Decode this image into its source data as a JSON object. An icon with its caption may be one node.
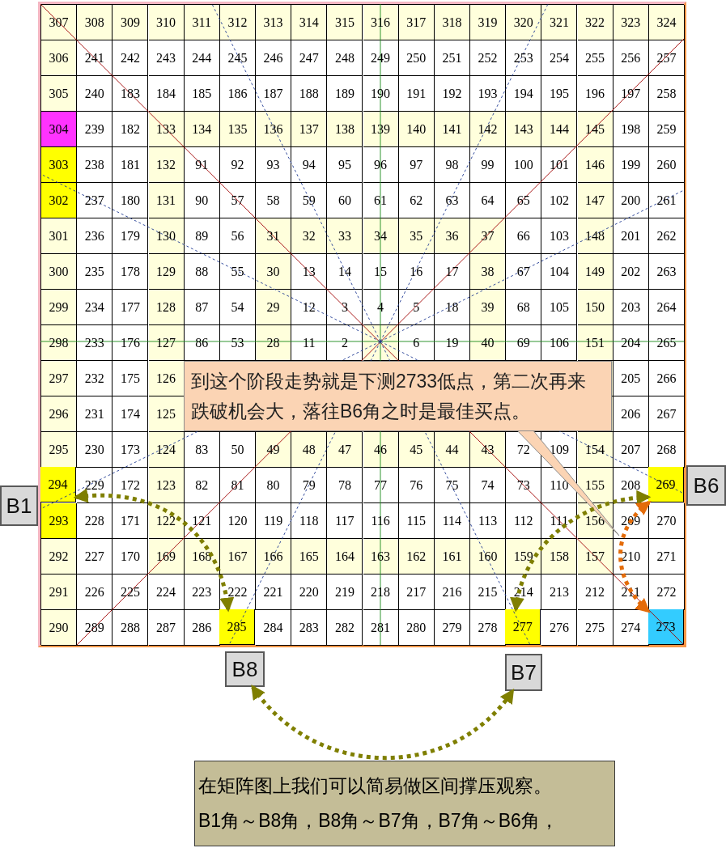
{
  "diagram": {
    "nodes": [
      {
        "text": [
          "B1"
        ]
      },
      {
        "text": [
          "B6"
        ]
      },
      {
        "text": [
          "B8"
        ]
      },
      {
        "text": [
          "B7"
        ]
      },
      {
        "text": [
          "到这个阶段走势就是下测2733低点，第二次再来跌破机会大，落往B6角之时是最佳买点。"
        ]
      },
      {
        "text": [
          "在矩阵图上我们可以简易做区间撑压观察。",
          "B1角～B8角，B8角～B7角，B7角～B6角，"
        ]
      },
      {
        "text": [
          "294"
        ]
      },
      {
        "text": [
          "285"
        ]
      },
      {
        "text": [
          "277"
        ]
      },
      {
        "text": [
          "269"
        ]
      },
      {
        "text": [
          "273"
        ]
      }
    ],
    "edges": [
      {
        "from": 6,
        "to": 7,
        "arrow": "both",
        "style": "dashed"
      },
      {
        "from": 8,
        "to": 9,
        "arrow": "both",
        "style": "dashed"
      },
      {
        "from": 9,
        "to": 10,
        "arrow": "both",
        "style": "dashed",
        "color": "#e46c0a"
      },
      {
        "from": 2,
        "to": 3,
        "arrow": "both",
        "style": "dashed"
      }
    ],
    "labels": [
      "307",
      "308",
      "309",
      "310",
      "311",
      "312",
      "313",
      "314",
      "315",
      "316",
      "317",
      "318",
      "319",
      "320",
      "321",
      "322",
      "323",
      "324",
      "306",
      "241",
      "242",
      "243",
      "244",
      "245",
      "246",
      "247",
      "248",
      "249",
      "250",
      "251",
      "252",
      "253",
      "254",
      "255",
      "256",
      "257",
      "305",
      "240",
      "183",
      "184",
      "185",
      "186",
      "187",
      "188",
      "189",
      "190",
      "191",
      "192",
      "193",
      "194",
      "195",
      "196",
      "197",
      "258",
      "304",
      "239",
      "182",
      "133",
      "134",
      "135",
      "136",
      "137",
      "138",
      "139",
      "140",
      "141",
      "142",
      "143",
      "144",
      "145",
      "198",
      "259",
      "303",
      "238",
      "181",
      "132",
      "91",
      "92",
      "93",
      "94",
      "95",
      "96",
      "97",
      "98",
      "99",
      "100",
      "101",
      "146",
      "199",
      "260",
      "302",
      "237",
      "180",
      "131",
      "90",
      "57",
      "58",
      "59",
      "60",
      "61",
      "62",
      "63",
      "64",
      "65",
      "102",
      "147",
      "200",
      "261",
      "301",
      "236",
      "179",
      "130",
      "89",
      "56",
      "31",
      "32",
      "33",
      "34",
      "35",
      "36",
      "37",
      "66",
      "103",
      "148",
      "201",
      "262",
      "300",
      "235",
      "178",
      "129",
      "88",
      "55",
      "30",
      "13",
      "14",
      "15",
      "16",
      "17",
      "38",
      "67",
      "104",
      "149",
      "202",
      "263",
      "299",
      "234",
      "177",
      "128",
      "87",
      "54",
      "29",
      "12",
      "3",
      "4",
      "5",
      "18",
      "39",
      "68",
      "105",
      "150",
      "203",
      "264",
      "298",
      "233",
      "176",
      "127",
      "86",
      "53",
      "28",
      "11",
      "2",
      "6",
      "19",
      "40",
      "69",
      "106",
      "151",
      "204",
      "265",
      "297",
      "232",
      "175",
      "126",
      "205",
      "266",
      "296",
      "231",
      "174",
      "125",
      "206",
      "267",
      "295",
      "230",
      "173",
      "124",
      "83",
      "50",
      "49",
      "48",
      "47",
      "46",
      "45",
      "44",
      "43",
      "72",
      "109",
      "154",
      "207",
      "268",
      "229",
      "172",
      "123",
      "82",
      "81",
      "80",
      "79",
      "78",
      "77",
      "76",
      "75",
      "74",
      "73",
      "110",
      "155",
      "208",
      "293",
      "228",
      "171",
      "122",
      "121",
      "120",
      "119",
      "118",
      "117",
      "116",
      "115",
      "114",
      "113",
      "112",
      "111",
      "156",
      "209",
      "270",
      "292",
      "227",
      "170",
      "169",
      "168",
      "167",
      "166",
      "165",
      "164",
      "163",
      "162",
      "161",
      "160",
      "159",
      "158",
      "157",
      "210",
      "271",
      "291",
      "226",
      "225",
      "224",
      "223",
      "222",
      "221",
      "220",
      "219",
      "218",
      "217",
      "216",
      "215",
      "214",
      "213",
      "212",
      "211",
      "272",
      "290",
      "289",
      "288",
      "287",
      "286",
      "284",
      "283",
      "282",
      "281",
      "280",
      "279",
      "278",
      "276",
      "275",
      "274"
    ]
  }
}
